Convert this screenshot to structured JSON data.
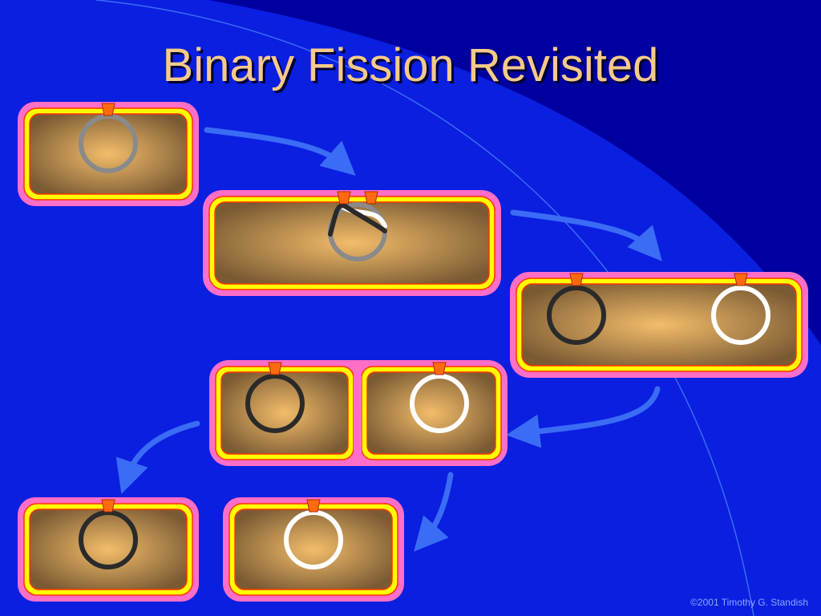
{
  "slide": {
    "title": "Binary Fission Revisited",
    "footer": "©2001 Timothy G. Standish"
  },
  "colors": {
    "background": "#0a1fe0",
    "background_dark": "#0000a0",
    "title_text": "#f5c98a",
    "footer_text": "#8fa6ff",
    "arrow": "#3a6cf5",
    "outer_wall": "#ff6ec7",
    "membrane": "#ffff00",
    "membrane_edge": "#ff3300",
    "cytoplasm_center": "#f3bd6a",
    "cytoplasm_edge": "#7a5a33",
    "origin_marker": "#ff6a10",
    "dna_old": "#8a8a8a",
    "dna_dark": "#2a2a2a",
    "dna_new": "#ffffff"
  },
  "diagram": {
    "stages": [
      {
        "name": "single-chromosome-cell"
      },
      {
        "name": "replicating-chromosome-cell"
      },
      {
        "name": "elongated-two-chromosome-cell"
      },
      {
        "name": "septum-forming-cell"
      },
      {
        "name": "daughter-cell-dark-chromosome"
      },
      {
        "name": "daughter-cell-white-chromosome"
      }
    ]
  }
}
